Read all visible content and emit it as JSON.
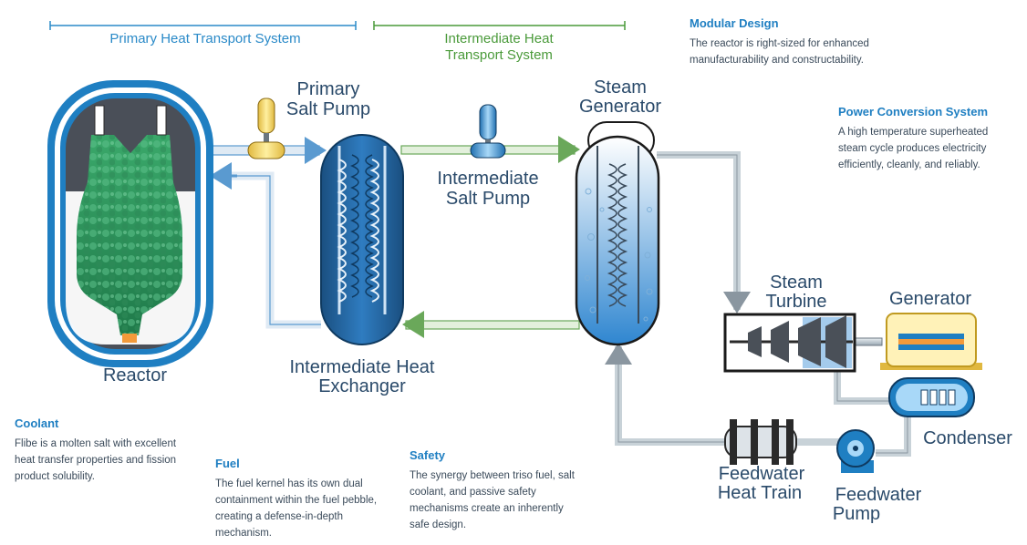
{
  "systems": {
    "primary": "Primary Heat Transport System",
    "intermediate_line1": "Intermediate Heat",
    "intermediate_line2": "Transport System"
  },
  "components": {
    "reactor": "Reactor",
    "primary_pump_line1": "Primary",
    "primary_pump_line2": "Salt Pump",
    "ihx_line1": "Intermediate Heat",
    "ihx_line2": "Exchanger",
    "int_pump_line1": "Intermediate",
    "int_pump_line2": "Salt Pump",
    "sg_line1": "Steam",
    "sg_line2": "Generator",
    "turbine_line1": "Steam",
    "turbine_line2": "Turbine",
    "generator": "Generator",
    "condenser": "Condenser",
    "fw_heat_line1": "Feedwater",
    "fw_heat_line2": "Heat Train",
    "fw_pump_line1": "Feedwater",
    "fw_pump_line2": "Pump"
  },
  "notes": {
    "modular": {
      "title": "Modular Design",
      "text": "The reactor is right-sized for enhanced manufacturability and constructability."
    },
    "power": {
      "title": "Power Conversion System",
      "text": "A high temperature superheated steam cycle produces electricity efficiently, cleanly, and reliably."
    },
    "coolant": {
      "title": "Coolant",
      "text": "Flibe is a molten salt with excellent heat transfer properties and fission product solubility."
    },
    "fuel": {
      "title": "Fuel",
      "text": "The fuel kernel has its own dual containment within the fuel pebble, creating a defense-in-depth mechanism."
    },
    "safety": {
      "title": "Safety",
      "text": "The synergy between triso fuel, salt coolant, and passive safety mechanisms create an inherently safe design."
    }
  },
  "colors": {
    "blue": "#1f7fc2",
    "green": "#4a9a3a",
    "dark": "#2a4a6a",
    "pebble": "#2f9a5a",
    "pipe": "#b8c4cc"
  }
}
